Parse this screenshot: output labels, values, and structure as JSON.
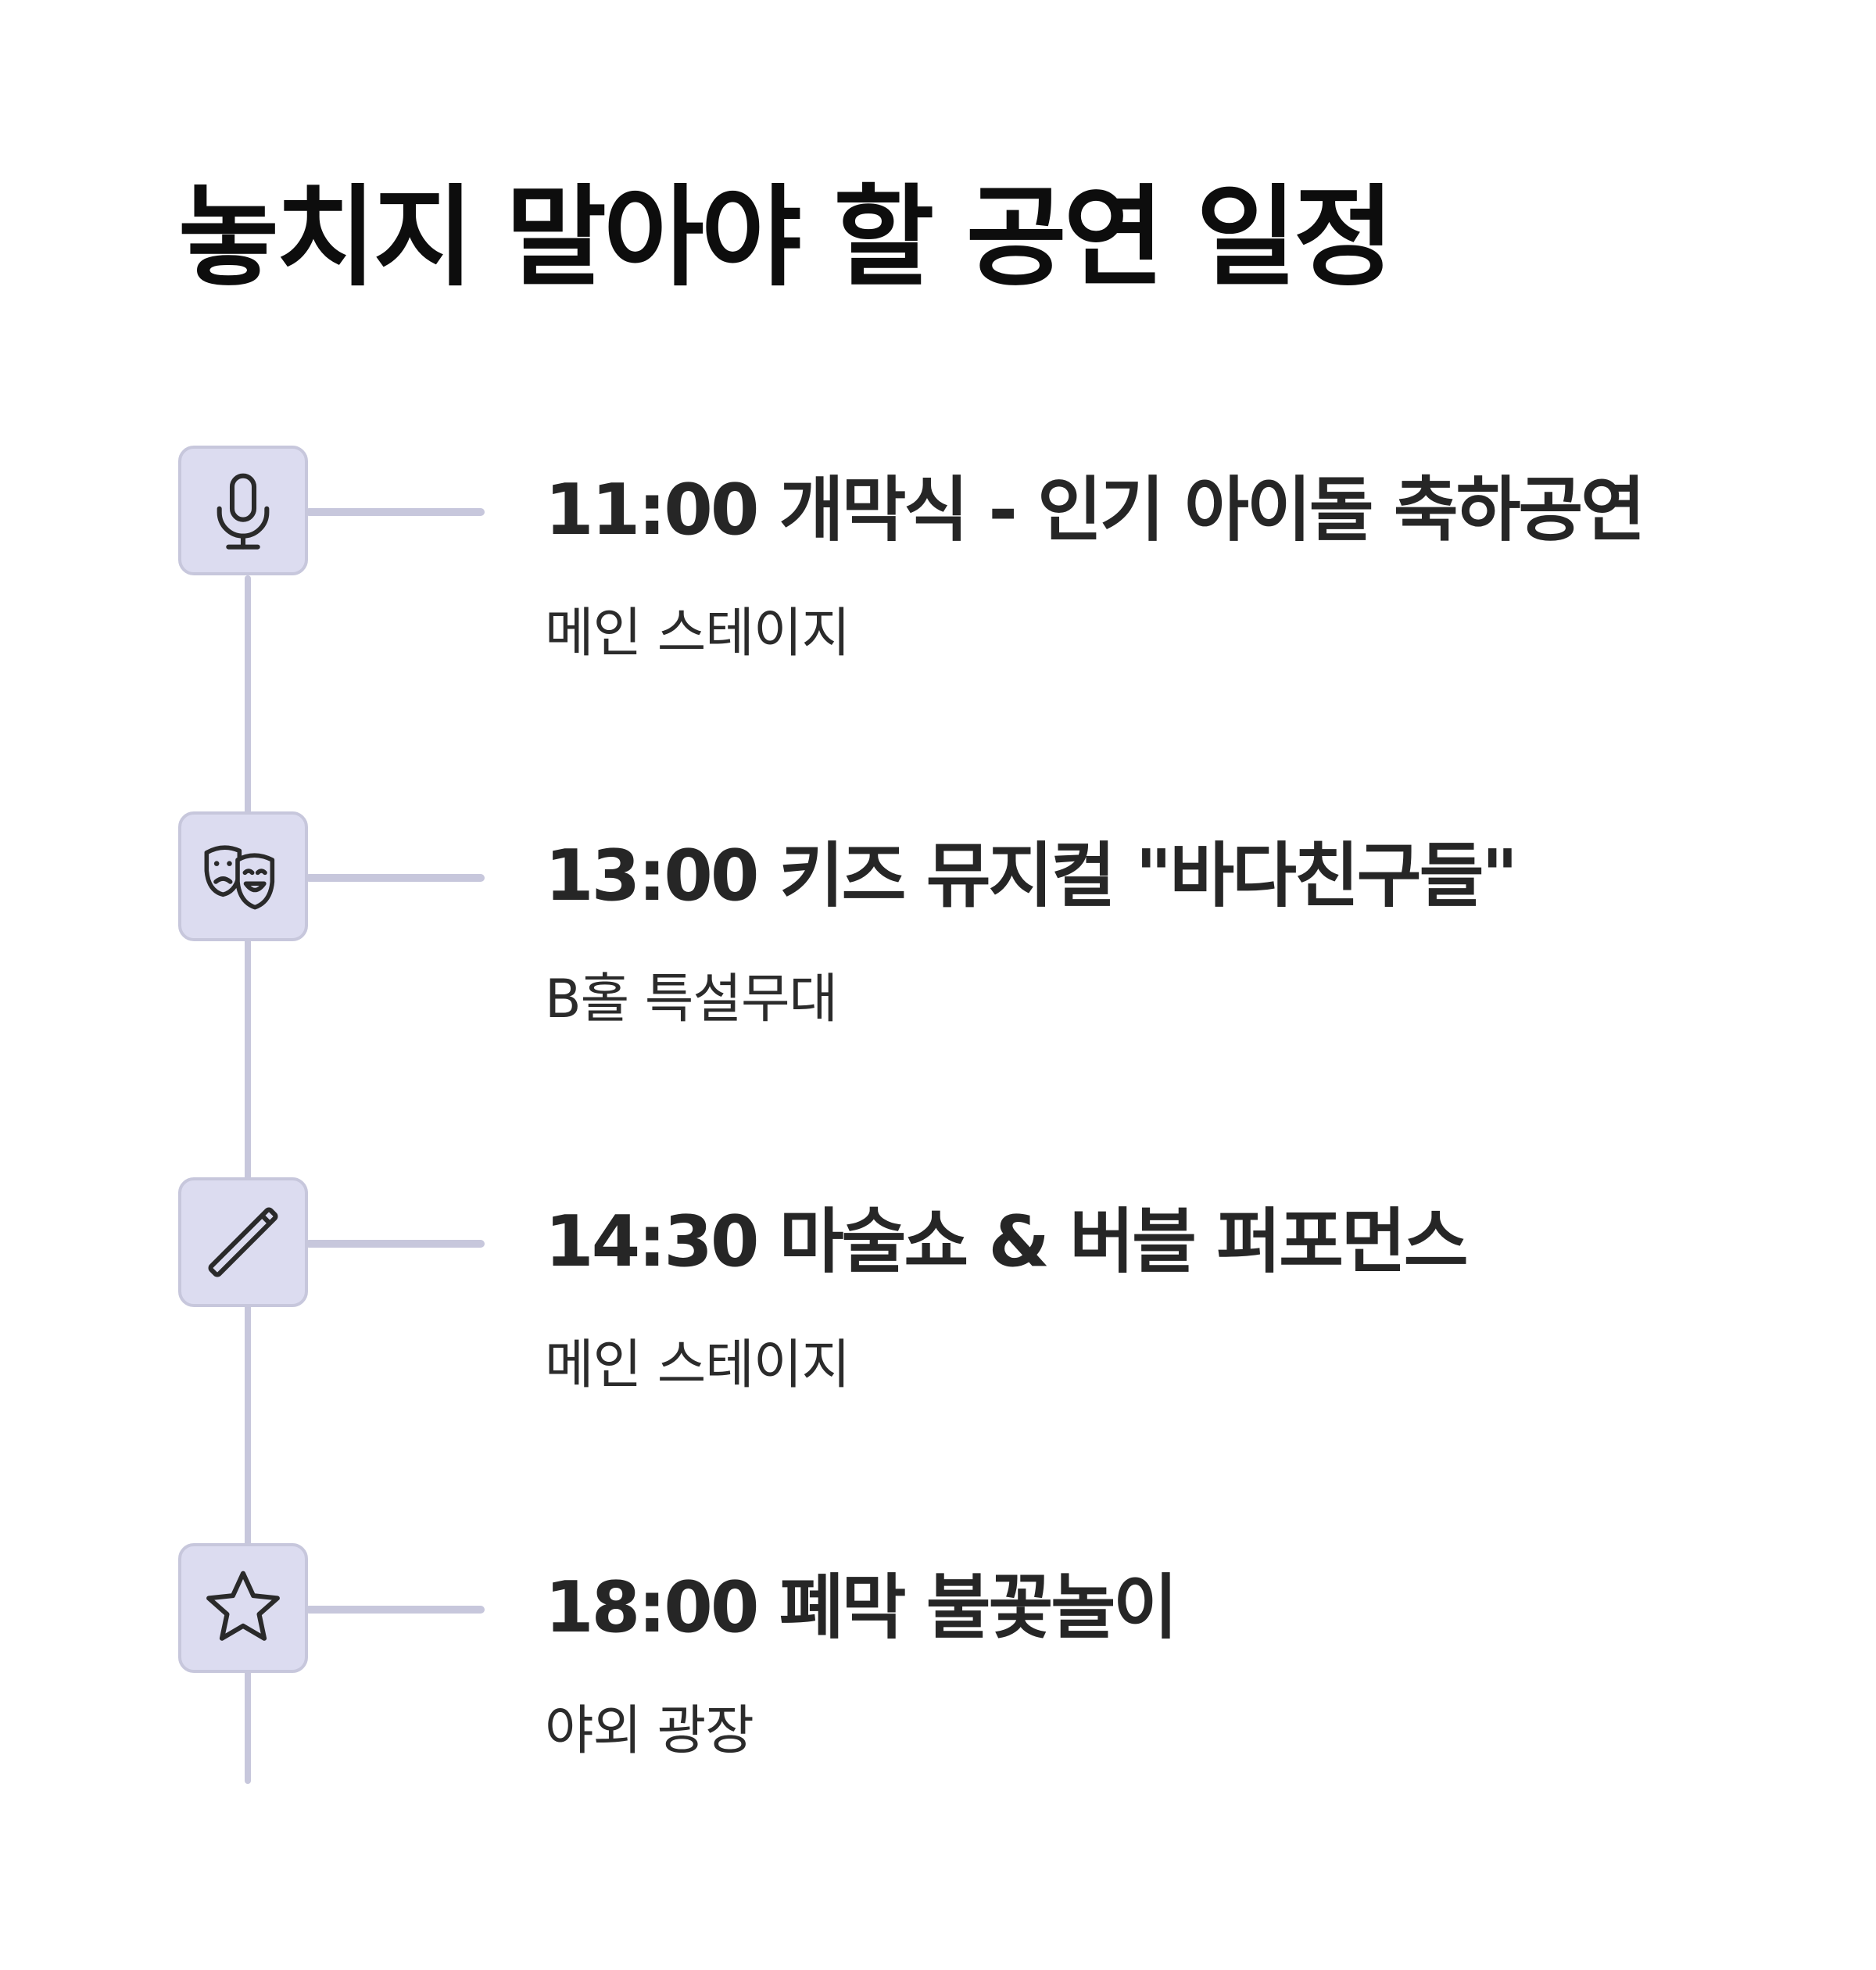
{
  "title": "놓치지 말아야 할 공연 일정",
  "colors": {
    "line": "#c7c7dc",
    "icon_bg": "#dcdcf0",
    "title_text": "#0d0d0d",
    "body_text": "#262626"
  },
  "events": [
    {
      "icon": "microphone-icon",
      "title": "11:00 개막식 - 인기 아이돌 축하공연",
      "venue": "메인 스테이지"
    },
    {
      "icon": "theater-masks-icon",
      "title": "13:00 키즈 뮤지컬 \"바다친구들\"",
      "venue": "B홀 특설무대"
    },
    {
      "icon": "magic-wand-icon",
      "title": "14:30 마술쇼 & 버블 퍼포먼스",
      "venue": "메인 스테이지"
    },
    {
      "icon": "star-icon",
      "title": "18:00 폐막 불꽃놀이",
      "venue": "야외 광장"
    }
  ]
}
